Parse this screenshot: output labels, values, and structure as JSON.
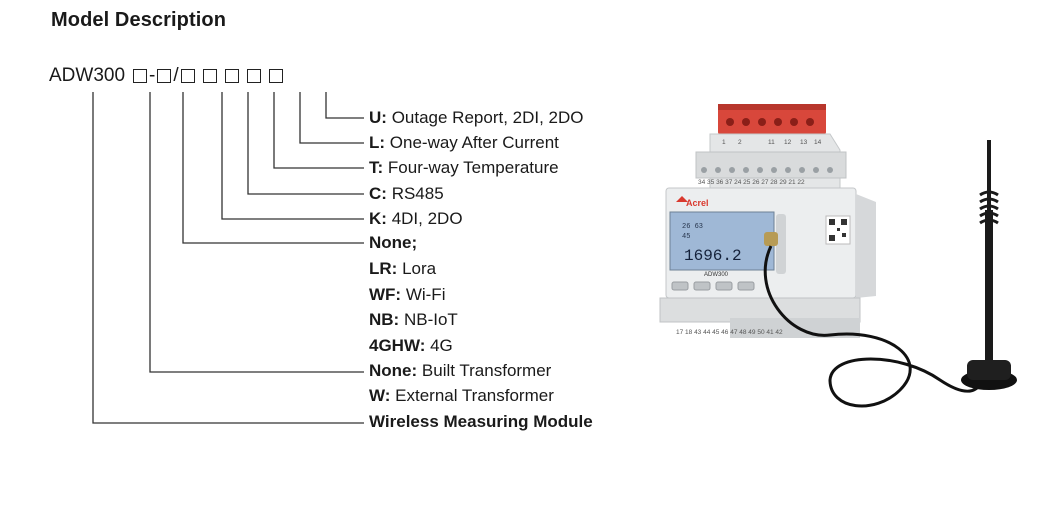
{
  "title": "Model Description",
  "model_code": {
    "prefix": "ADW300",
    "separator1": "-",
    "separator2": "/"
  },
  "options": [
    {
      "key": "U:",
      "desc": "Outage Report, 2DI, 2DO"
    },
    {
      "key": "L:",
      "desc": "One-way After Current"
    },
    {
      "key": "T:",
      "desc": "Four-way Temperature"
    },
    {
      "key": "C:",
      "desc": "RS485"
    },
    {
      "key": "K:",
      "desc": "4DI, 2DO"
    },
    {
      "key": "None;",
      "desc": ""
    },
    {
      "key": "LR:",
      "desc": "Lora"
    },
    {
      "key": "WF:",
      "desc": "Wi-Fi"
    },
    {
      "key": "NB:",
      "desc": "NB-IoT"
    },
    {
      "key": "4GHW:",
      "desc": "4G"
    },
    {
      "key": "None:",
      "desc": "Built Transformer"
    },
    {
      "key": "W:",
      "desc": "External Transformer"
    },
    {
      "key": "Wireless Measuring Module",
      "desc": ""
    }
  ],
  "product": {
    "brand": "Acrel",
    "model_label": "ADW300",
    "display_value": "1696.2",
    "display_small_1": "26 63",
    "display_small_2": "45",
    "terminal_top_labels": [
      "1",
      "2",
      "11",
      "12",
      "13",
      "14"
    ],
    "terminal_mid_labels": "34 35 36 37 24 25 26 27 28 29 21 22",
    "terminal_bottom_labels": "17 18 43 44 45 46 47 48 49 50 41 42"
  }
}
